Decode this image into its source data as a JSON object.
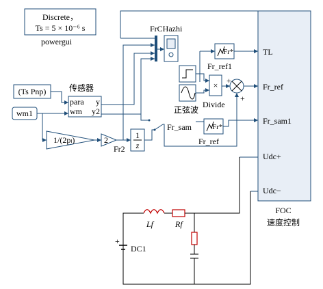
{
  "powergui": {
    "line1": "Discrete，",
    "line2": "Ts = 5 × 10⁻⁶ s",
    "label": "powergui"
  },
  "blocks": {
    "ts_pnp": "(Ts Pnp)",
    "sensor_title": "传感器",
    "sensor_in1": "para",
    "sensor_in2": "wm",
    "sensor_out1": "y",
    "sensor_out2": "y2",
    "wm1": "wm1",
    "gain1": "1/(2pₗ)",
    "gain2": "2",
    "fr2": "Fr2",
    "delay_num": "1",
    "delay_den": "z",
    "scope": "FrCHazhi",
    "fr_ref1_block": "Fr*",
    "fr_ref1": "Fr_ref1",
    "sine": "正弦波",
    "divide": "Divide",
    "fr_sam": "Fr_sam",
    "fr_ref_block": "Fr*",
    "fr_ref": "Fr_ref",
    "plus1": "+",
    "plus2": "+",
    "times": "×"
  },
  "foc": {
    "ports": [
      "TL",
      "Fr_ref",
      "Fr_sam1",
      "Udc+",
      "Udc−"
    ],
    "title1": "FOC",
    "title2": "速度控制"
  },
  "circuit": {
    "lf": "Lf",
    "rf": "Rf",
    "dc": "DC1",
    "plus": "+"
  }
}
